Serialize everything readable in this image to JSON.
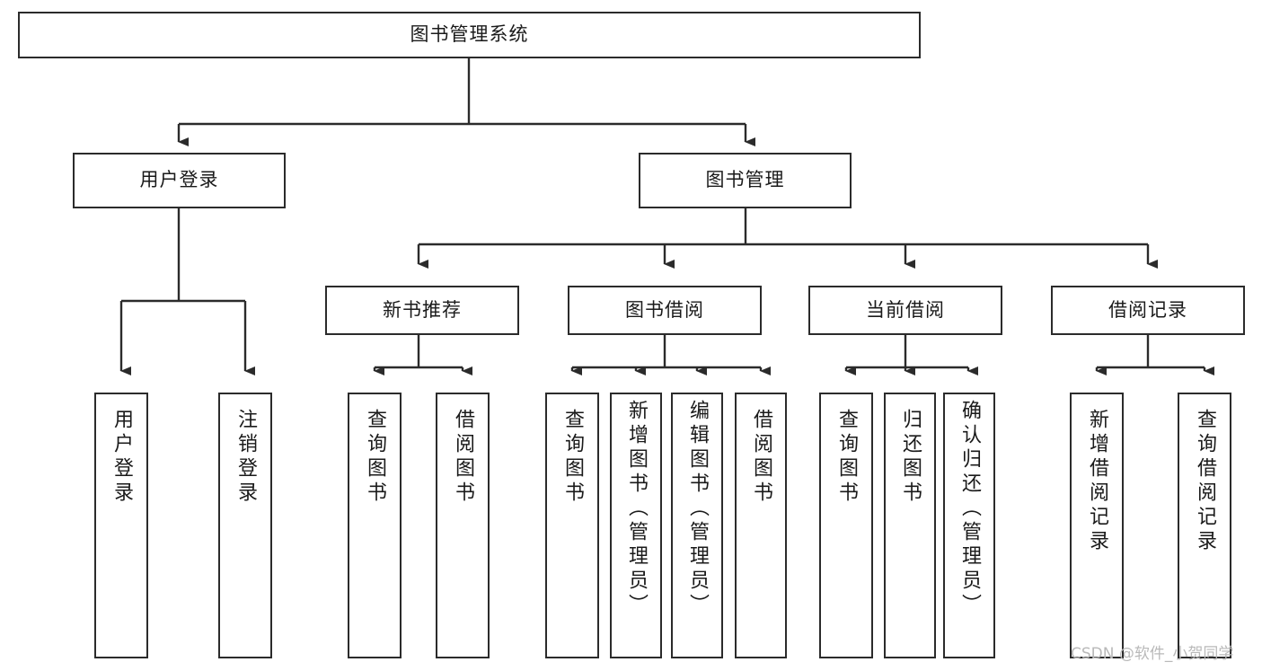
{
  "diagram": {
    "type": "tree",
    "title": "图书管理系统",
    "orientation": "top-down",
    "colors": {
      "box_border": "#2b2b2b",
      "box_fill": "#ffffff",
      "edge": "#2b2b2b",
      "text": "#1a1a1a",
      "watermark": "#b9b9b9",
      "background": "#ffffff"
    }
  },
  "root": {
    "label": "图书管理系统"
  },
  "level2": [
    {
      "label": "用户登录"
    },
    {
      "label": "图书管理"
    }
  ],
  "level3": [
    {
      "label": "新书推荐"
    },
    {
      "label": "图书借阅"
    },
    {
      "label": "当前借阅"
    },
    {
      "label": "借阅记录"
    }
  ],
  "leaves": {
    "user_login": [
      {
        "label": "用户登录"
      },
      {
        "label": "注销登录"
      }
    ],
    "new_book_recommend": [
      {
        "label": "查询图书"
      },
      {
        "label": "借阅图书"
      }
    ],
    "book_borrow": [
      {
        "label": "查询图书"
      },
      {
        "label": "新增图书（管理员）"
      },
      {
        "label": "编辑图书（管理员）"
      },
      {
        "label": "借阅图书"
      }
    ],
    "current_borrow": [
      {
        "label": "查询图书"
      },
      {
        "label": "归还图书"
      },
      {
        "label": "确认归还（管理员）"
      }
    ],
    "borrow_records": [
      {
        "label": "新增借阅记录"
      },
      {
        "label": "查询借阅记录"
      }
    ]
  },
  "watermark": {
    "text": "CSDN @软件_小贺同学"
  }
}
